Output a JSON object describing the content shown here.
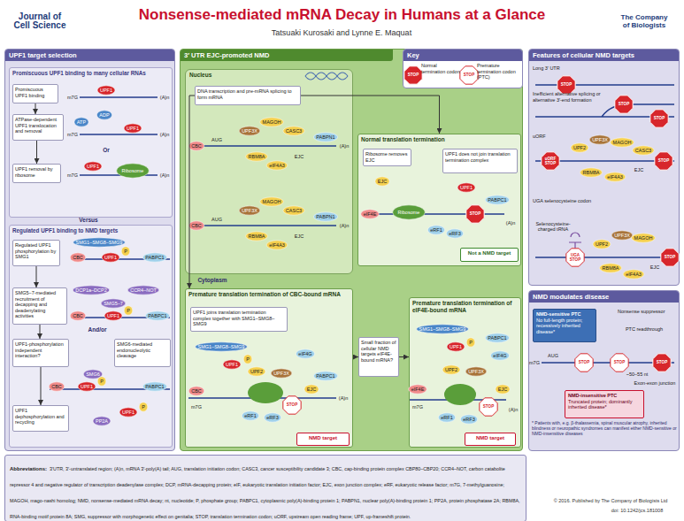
{
  "diagram": {
    "title": "Nonsense-mediated mRNA Decay in Humans at a Glance",
    "nodes": [
      {
        "text": [
          "UPF1 target selection"
        ]
      },
      {
        "text": [
          "Promiscuous UPF1 binding to many cellular RNAs"
        ],
        "in": 0
      },
      {
        "text": [
          "Promiscuous UPF1 binding"
        ],
        "in": 1
      },
      {
        "text": [
          "ATPase-dependent UPF1 translocation and removal"
        ],
        "in": 1
      },
      {
        "text": [
          "UPF1 removal by ribosome"
        ],
        "in": 1
      },
      {
        "text": [
          "Regulated UPF1 binding to NMD targets"
        ],
        "in": 0
      },
      {
        "text": [
          "Regulated UPF1 phosphorylation by SMG1"
        ],
        "in": 5
      },
      {
        "text": [
          "SMG5–7-mediated recruitment of decapping and deadenylating activities"
        ],
        "in": 5
      },
      {
        "text": [
          "UPF1-phosphorylation independent interaction?"
        ],
        "in": 5
      },
      {
        "text": [
          "SMG6-mediated endonucleolytic cleavage"
        ],
        "in": 5
      },
      {
        "text": [
          "UPF1 dephosphorylation and recycling"
        ],
        "in": 5
      },
      {
        "text": [
          "3′ UTR EJC-promoted NMD"
        ]
      },
      {
        "text": [
          "Nucleus"
        ],
        "in": 11
      },
      {
        "text": [
          "DNA transcription and pre-mRNA splicing to form mRNA"
        ],
        "in": 12
      },
      {
        "text": [
          "Normal translation termination"
        ],
        "in": 11
      },
      {
        "text": [
          "UPF1 does not join translation termination complex"
        ],
        "in": 14
      },
      {
        "text": [
          "Ribosome removes EJC"
        ],
        "in": 14
      },
      {
        "text": [
          "Not a NMD target"
        ],
        "in": 14
      },
      {
        "text": [
          "Premature translation termination of CBC-bound mRNA"
        ],
        "in": 11
      },
      {
        "text": [
          "UPF1 joins translation termination complex together with SMG1–SMG8–SMG9"
        ],
        "in": 18
      },
      {
        "text": [
          "NMD target"
        ],
        "in": 18
      },
      {
        "text": [
          "Small fraction of cellular NMD targets eIF4E-bound mRNA?"
        ],
        "in": 11
      },
      {
        "text": [
          "Premature translation termination of eIF4E-bound mRNA"
        ],
        "in": 11
      },
      {
        "text": [
          "NMD target"
        ],
        "in": 22
      },
      {
        "text": [
          "Key"
        ]
      },
      {
        "text": [
          "Normal termination codon"
        ],
        "in": 24
      },
      {
        "text": [
          "Premature termination codon (PTC)"
        ],
        "in": 24
      },
      {
        "text": [
          "Features of cellular NMD targets"
        ]
      },
      {
        "text": [
          "Long 3′ UTR"
        ],
        "in": 27
      },
      {
        "text": [
          "Inefficient alternative splicing or alternative 3′-end formation"
        ],
        "in": 27
      },
      {
        "text": [
          "uORF"
        ],
        "in": 27
      },
      {
        "text": [
          "UGA selenocysteine codon"
        ],
        "in": 27
      },
      {
        "text": [
          "NMD modulates disease"
        ]
      },
      {
        "text": [
          "NMD-sensitive PTC",
          "No full-length protein; recessively inherited disease*"
        ],
        "in": 32
      },
      {
        "text": [
          "Nonsense suppressor"
        ],
        "in": 32
      },
      {
        "text": [
          "NMD-insensitive PTC",
          "Truncated protein; dominantly inherited disease*"
        ],
        "in": 32
      },
      {
        "text": [
          "Abbreviations:",
          "3′UTR, 3′-untranslated region; (A)n, mRNA 3′-poly(A) tail; AUG, translation initiation codon; CASC3, cancer susceptibility candidate 3; CBC, cap-binding protein complex CBP80–CBP20; CCR4–NOT, carbon catabolite repressor 4 and negative regulator of transcription deadenylase complex; DCP, mRNA-decapping protein; eIF, eukaryotic translation initiation factor; EJC, exon junction complex; eRF, eukaryotic release factor; m7G, 7-methylguanosine; MAGOH, mago-nashi homolog; NMD, nonsense-mediated mRNA decay; nt, nucleotide; P, phosphate group; PABPC1, cytoplasmic poly(A)-binding protein 1; PABPN1, nuclear poly(A)-binding protein 1; PP2A, protein phosphatase 2A; RBM8A, RNA-binding motif protein 8A; SMG, suppressor with morphogenetic effect on genitalia; STOP, translation termination codon; uORF, upstream open reading frame; UPF, up-frameshift protein."
        ]
      }
    ],
    "edges": [
      {
        "from": 2,
        "to": 3,
        "arrow": "to"
      },
      {
        "from": 3,
        "to": 4,
        "arrow": "to"
      },
      {
        "from": 6,
        "to": 7,
        "arrow": "to"
      },
      {
        "from": 7,
        "to": 8,
        "arrow": "to"
      },
      {
        "from": 8,
        "to": 10,
        "arrow": "to"
      },
      {
        "from": 13,
        "to": 14,
        "arrow": "to"
      },
      {
        "from": 13,
        "to": 18,
        "arrow": "to"
      },
      {
        "from": 18,
        "to": 21,
        "arrow": "to"
      },
      {
        "from": 21,
        "to": 22,
        "arrow": "to"
      }
    ],
    "labels": [
      "Journal of Cell Science",
      "Tatsuaki Kurosaki and Lynne E. Maquat",
      "The Company of Biologists",
      "m7G",
      "UPF1",
      "(A)n",
      "ATP",
      "ADP",
      "UPF1",
      "m7G",
      "(A)n",
      "Or",
      "UPF1",
      "Ribosome",
      "m7G",
      "(A)n",
      "Versus",
      "SMG1–SMG8–SMG9",
      "CBC",
      "UPF1",
      "P",
      "PABPC1",
      "DCP1a–DCP2",
      "CCR4–NOT",
      "SMG5–7",
      "CBC",
      "UPF1",
      "P",
      "PABPC1",
      "And/or",
      "SMG6",
      "CBC",
      "UPF1",
      "P",
      "PABPC1",
      "PP2A",
      "UPF1",
      "P",
      "CBC",
      "AUG",
      "UPF3X",
      "MAGOH",
      "CASC3",
      "RBM8A",
      "eIF4A3",
      "EJC",
      "PABPN1",
      "(A)n",
      "CBC",
      "AUG",
      "UPF3X",
      "MAGOH",
      "CASC3",
      "RBM8A",
      "eIF4A3",
      "EJC",
      "PABPN1",
      "(A)n",
      "Cytoplasm",
      "EJC",
      "eIF4E",
      "Ribosome",
      "UPF1",
      "eRF1",
      "eRF3",
      "STOP",
      "PABPC1",
      "(A)n",
      "SMG1–SMG8–SMG9",
      "UPF1",
      "P",
      "eIF4G",
      "CBC",
      "m7G",
      "UPF2",
      "UPF3X",
      "eRF1",
      "eRF3",
      "STOP",
      "EJC",
      "PABPC1",
      "(A)n",
      "SMG1–SMG8–SMG9",
      "UPF1",
      "P",
      "PABPC1",
      "eIF4G",
      "eIF4E",
      "m7G",
      "UPF2",
      "UPF3X",
      "eRF1",
      "eRF3",
      "STOP",
      "EJC",
      "(A)n",
      "STOP",
      "STOP",
      "STOP",
      "STOP",
      "STOP",
      "uORF STOP",
      "UPF2",
      "UPF3X",
      "MAGOH",
      "CASC3",
      "RBM8A",
      "eIF4A3",
      "EJC",
      "STOP",
      "Selenocysteine-charged tRNA",
      "UGA STOP",
      "UPF2",
      "UPF3X",
      "MAGOH",
      "RBM8A",
      "eIF4A3",
      "EJC",
      "STOP",
      "PTC readthrough",
      "m7G",
      "AUG",
      "STOP",
      "STOP",
      "STOP",
      "~50–55 nt",
      "Exon-exon junction",
      "* Patients with, e.g. β-thalassemia, spinal muscular atrophy, inherited blindness or neuropathic syndromes can manifest either NMD-sensitive or NMD-insensitive diseases",
      "© 2016. Published by The Company of Biologists Ltd",
      "doi: 10.1242/jcs.181008"
    ]
  }
}
